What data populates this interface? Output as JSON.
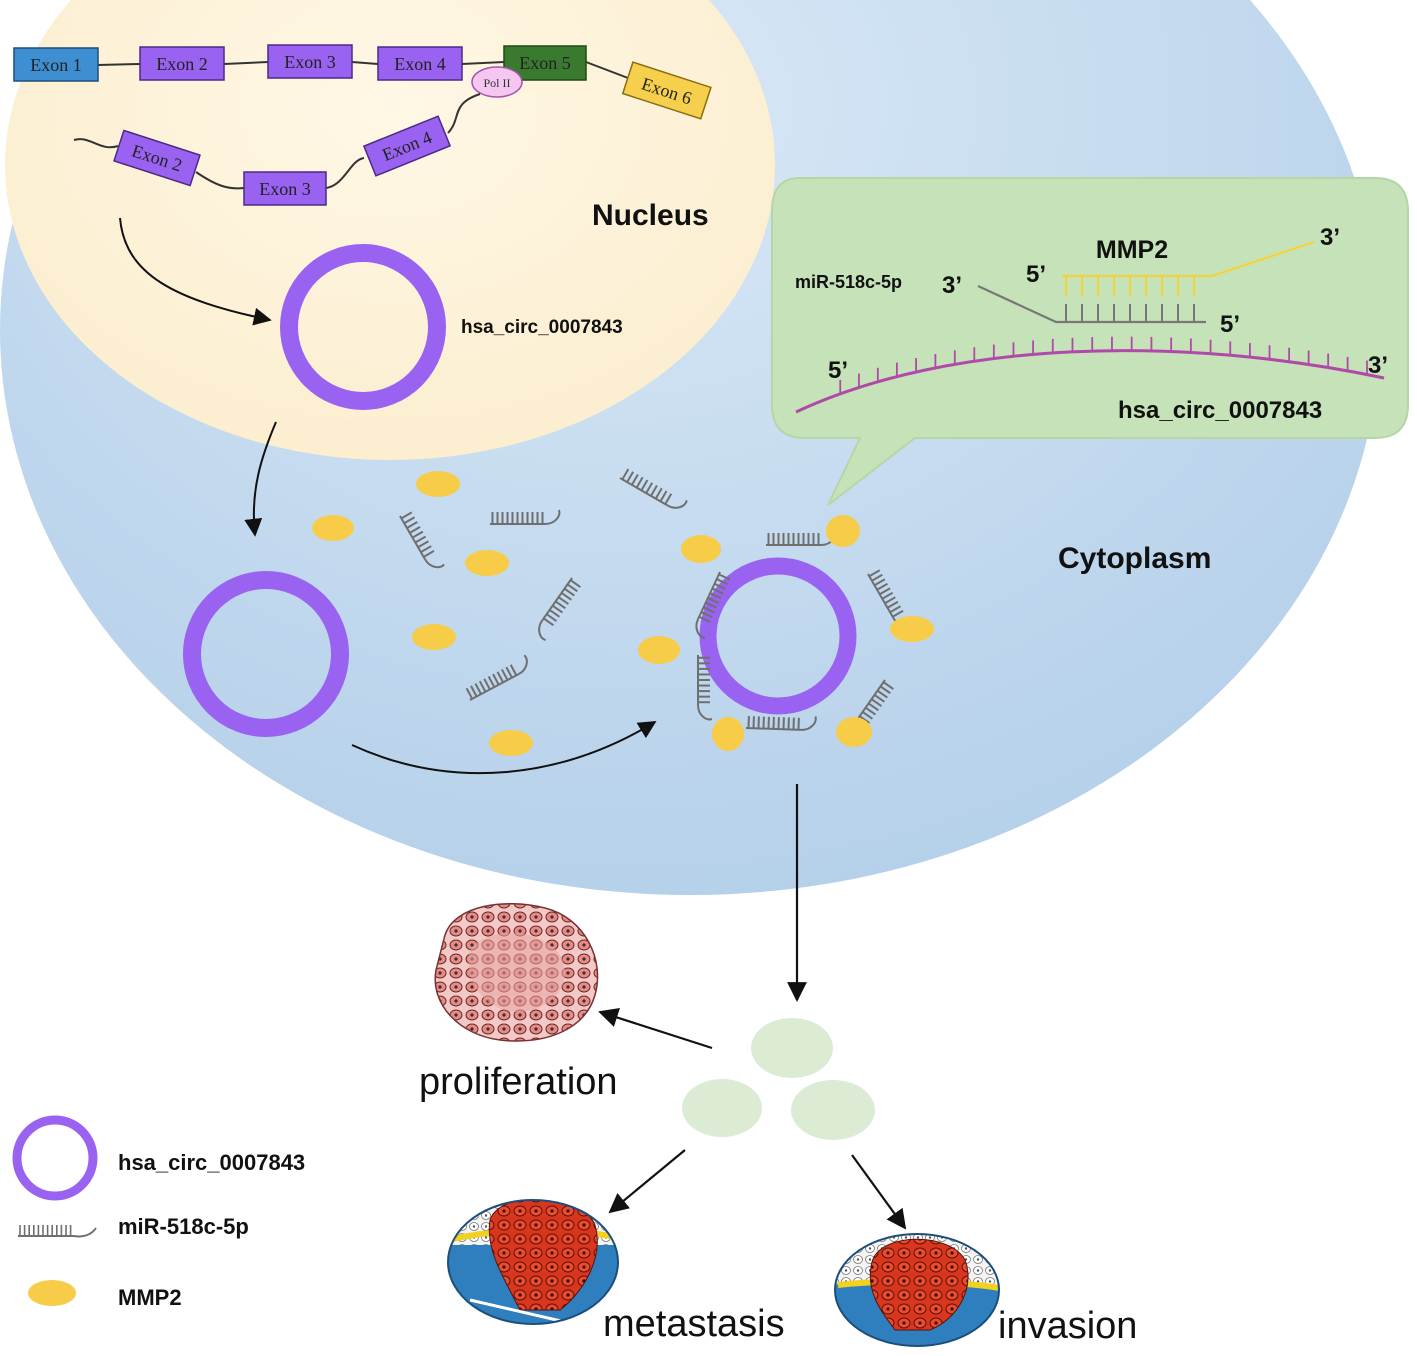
{
  "compartments": {
    "nucleus": "Nucleus",
    "cytoplasm": "Cytoplasm"
  },
  "gene": {
    "exons": [
      {
        "label": "Exon 1",
        "color": "#3d8fd1"
      },
      {
        "label": "Exon 2",
        "color": "#9a62f0"
      },
      {
        "label": "Exon 3",
        "color": "#9a62f0"
      },
      {
        "label": "Exon 4",
        "color": "#9a62f0"
      },
      {
        "label": "Exon 5",
        "color": "#3a7a2e"
      },
      {
        "label": "Exon 6",
        "color": "#f6d04d"
      }
    ],
    "pol": "Pol II",
    "spliced": [
      "Exon 2",
      "Exon 3",
      "Exon 4"
    ]
  },
  "circ_label": "hsa_circ_0007843",
  "binding": {
    "mmp2": "MMP2",
    "mir": "miR-518c-5p",
    "circ": "hsa_circ_0007843",
    "five_prime": "5’",
    "three_prime": "3’"
  },
  "outcomes": {
    "proliferation": "proliferation",
    "metastasis": "metastasis",
    "invasion": "invasion"
  },
  "legend": [
    {
      "label": "hsa_circ_0007843",
      "icon": "circrna-ring-icon"
    },
    {
      "label": "miR-518c-5p",
      "icon": "mirna-comb-icon"
    },
    {
      "label": "MMP2",
      "icon": "mmp2-oval-icon"
    }
  ],
  "colors": {
    "circ": "#9a62f0",
    "mmp2": "#f6cc48",
    "mirna": "#6f6f6f",
    "nucleus": "#fdf3d8",
    "cytoplasm": "#bcd5ec",
    "bubble": "#c6e2b8",
    "cell": "#dcebd3",
    "tumor": "#e2442a"
  }
}
